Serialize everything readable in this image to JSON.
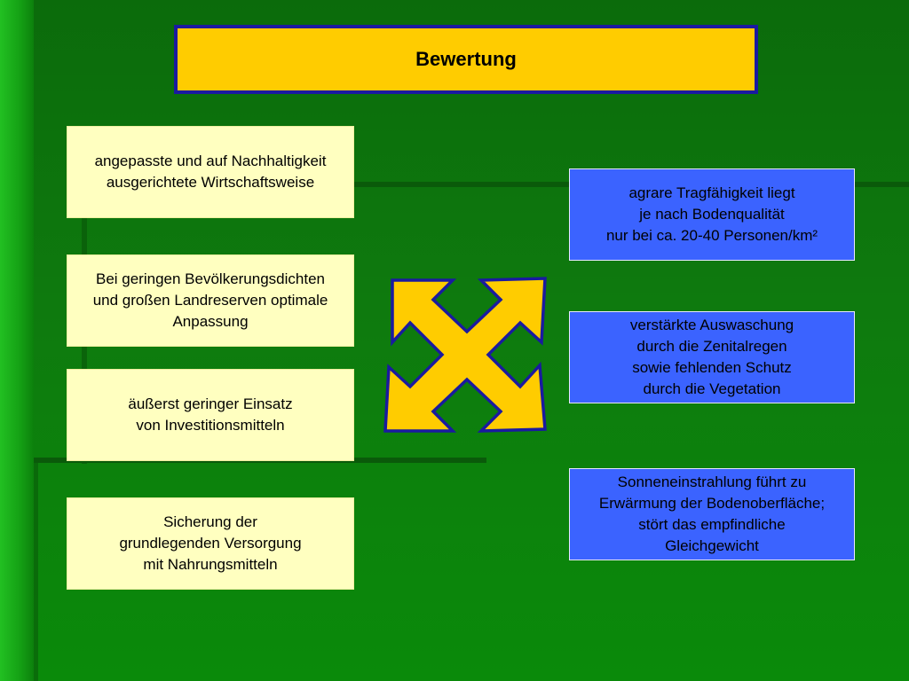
{
  "title": "Bewertung",
  "left_boxes": [
    "angepasste und auf Nachhaltigkeit\nausgerichtete Wirtschaftsweise",
    "Bei geringen Bevölkerungsdichten\nund großen Landreserven optimale\nAnpassung",
    "äußerst geringer Einsatz\nvon Investitionsmitteln",
    "Sicherung der\ngrundlegenden Versorgung\nmit Nahrungsmitteln"
  ],
  "right_boxes": [
    "agrare Tragfähigkeit liegt\nje nach Bodenqualität\nnur bei ca. 20-40 Personen/km²",
    "verstärkte Auswaschung\ndurch die Zenitalregen\nsowie fehlenden Schutz\ndurch die Vegetation",
    "Sonneneinstrahlung führt zu\nErwärmung der Bodenoberfläche;\nstört das empfindliche\nGleichgewicht"
  ],
  "colors": {
    "title_fill": "#ffcc00",
    "title_border": "#1a1aa0",
    "left_box_fill": "#ffffc0",
    "right_box_fill": "#3b63ff",
    "arrow_fill": "#ffcc00",
    "arrow_stroke": "#1a1aa0",
    "background": "#0e7a0e"
  },
  "icons": {
    "center": "four-way-arrow-icon"
  }
}
